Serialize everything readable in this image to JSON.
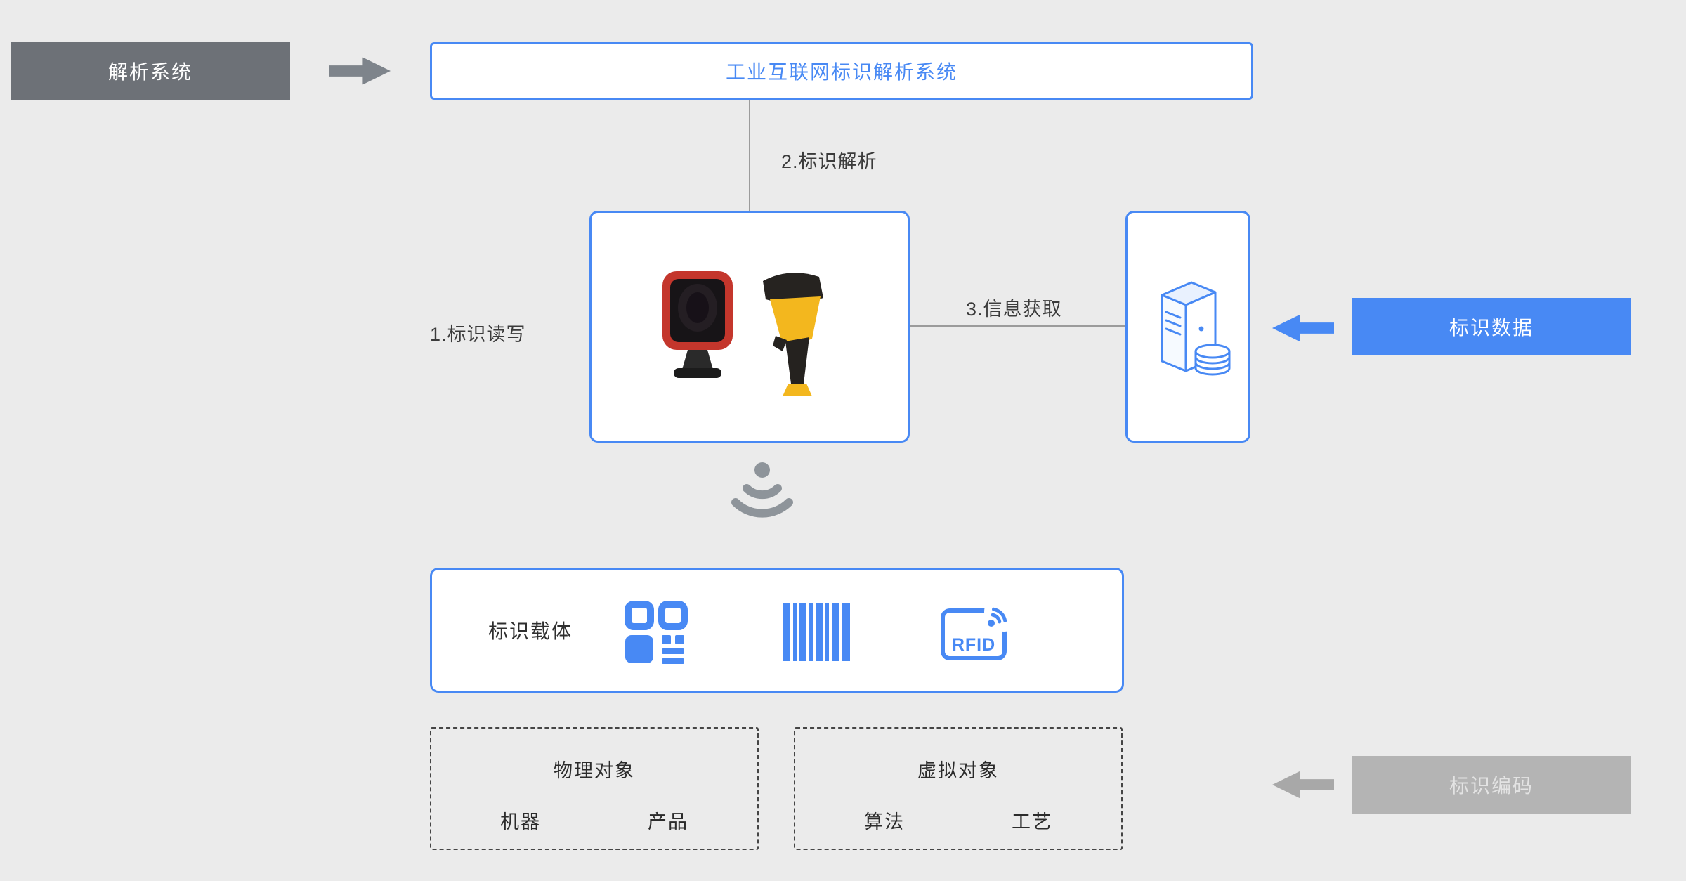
{
  "canvas": {
    "bg": "#ebebeb"
  },
  "colors": {
    "blue": "#4889f4",
    "dark_gray": "#6d7177",
    "faded_gray": "#b4b4b4",
    "top_arrow_gray": "#7e848b",
    "bottom_arrow_gray": "#a8a8a8",
    "wifi_gray": "#8e949a",
    "line_gray": "#9b9b9b"
  },
  "nodes": {
    "parse_system": {
      "label": "解析系统"
    },
    "main_system": {
      "label": "工业互联网标识解析系统"
    },
    "id_data": {
      "label": "标识数据"
    },
    "id_code": {
      "label": "标识编码"
    },
    "carrier": {
      "label": "标识载体"
    },
    "physical": {
      "title": "物理对象",
      "items": [
        "机器",
        "产品"
      ]
    },
    "virtual": {
      "title": "虚拟对象",
      "items": [
        "算法",
        "工艺"
      ]
    }
  },
  "steps": {
    "read_write": "1.标识读写",
    "parse": "2.标识解析",
    "info": "3.信息获取"
  },
  "icons": {
    "rfid_label": "RFID",
    "qr_code": "qr-code-icon",
    "barcode": "barcode-icon",
    "rfid": "rfid-tag-icon",
    "wifi": "wireless-signal-icon",
    "server": "server-database-icon",
    "scanner_desktop": "desktop-scanner-image",
    "scanner_handheld": "handheld-scanner-image"
  }
}
